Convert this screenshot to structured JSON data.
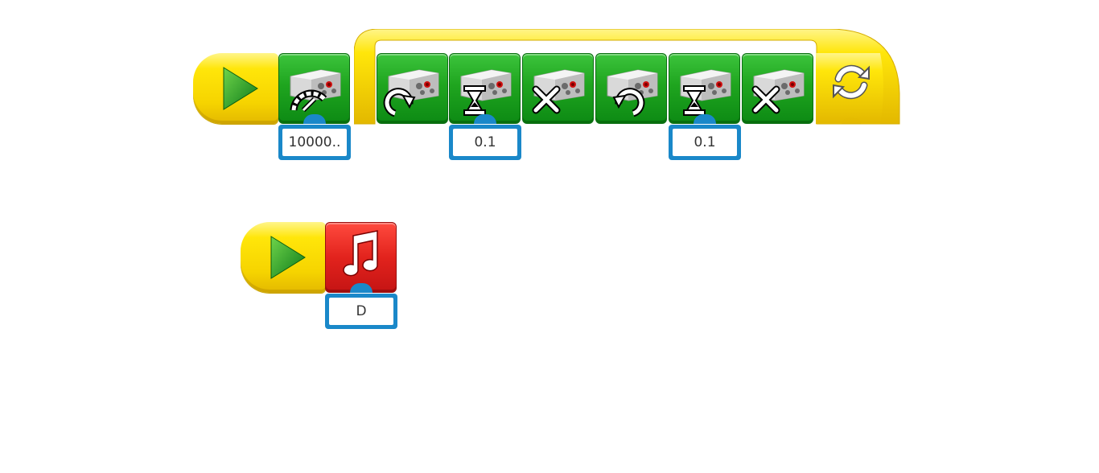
{
  "program1": {
    "speed_value": "10000..",
    "wait1_value": "0.1",
    "wait2_value": "0.1"
  },
  "program2": {
    "sound_value": "D"
  },
  "colors": {
    "yellow": "#ffe60a",
    "green": "#1fa51f",
    "red": "#e2231d",
    "input_border": "#1a88c9"
  },
  "icons": [
    "play-icon",
    "motor-power-icon",
    "motor-clockwise-icon",
    "hourglass-icon",
    "motor-stop-icon",
    "motor-counterclockwise-icon",
    "loop-icon",
    "music-note-icon"
  ]
}
